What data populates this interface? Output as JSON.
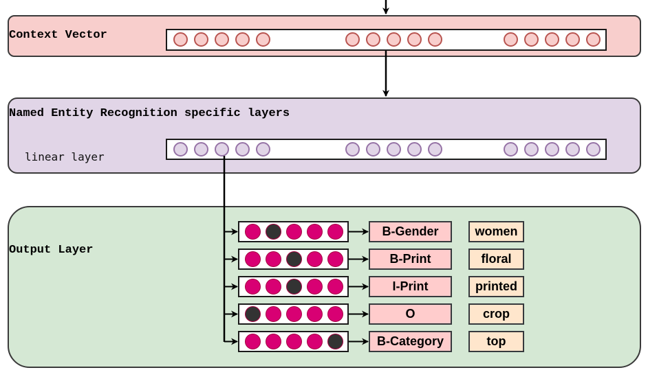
{
  "colors": {
    "context_fill": "#f8cecc",
    "ner_fill": "#e1d5e7",
    "output_fill": "#d5e8d4",
    "output_node": "#d80073",
    "output_node_active": "#333333",
    "tag_fill": "#ffcccc",
    "word_fill": "#ffe6cc"
  },
  "context_panel": {
    "title": "Context Vector",
    "node_groups": [
      5,
      5,
      5
    ]
  },
  "ner_panel": {
    "title": "Named Entity Recognition specific layers",
    "linear_label": "linear layer",
    "node_groups": [
      5,
      5,
      5
    ]
  },
  "output_panel": {
    "title": "Output Layer",
    "rows": [
      {
        "active_index": 1,
        "tag": "B-Gender",
        "word": "women"
      },
      {
        "active_index": 2,
        "tag": "B-Print",
        "word": "floral"
      },
      {
        "active_index": 2,
        "tag": "I-Print",
        "word": "printed"
      },
      {
        "active_index": 0,
        "tag": "O",
        "word": "crop"
      },
      {
        "active_index": 4,
        "tag": "B-Category",
        "word": "top"
      }
    ],
    "nodes_per_row": 5
  }
}
